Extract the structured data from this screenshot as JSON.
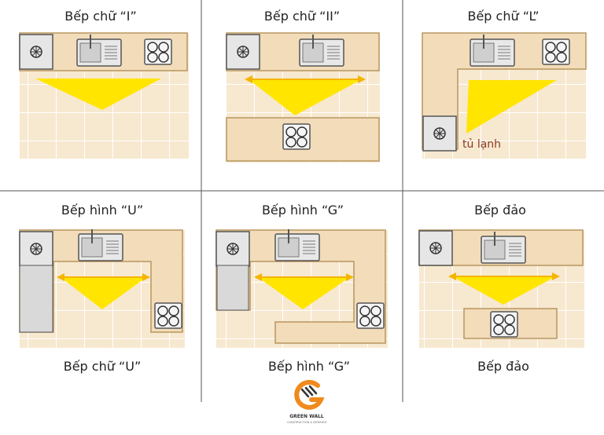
{
  "panels": [
    {
      "title": "Bếp chữ “I”"
    },
    {
      "title": "Bếp chữ “II”"
    },
    {
      "title": "Bếp chữ “L”",
      "fridge_label": "tủ lạnh"
    },
    {
      "title": "Bếp hình “U”",
      "caption": "Bếp chữ “U”"
    },
    {
      "title": "Bếp hình “G”",
      "caption": "Bếp hình “G”"
    },
    {
      "title": "Bếp đảo",
      "caption": "Bếp đảo"
    }
  ],
  "logo": {
    "name": "GREEN WALL",
    "tagline": "CONSTRUCTION & INTERIOR"
  },
  "colors": {
    "triangle": "#ffe500",
    "counter": "#f2dcba",
    "floor": "#f7e8d0",
    "accent": "#f08a1c"
  }
}
